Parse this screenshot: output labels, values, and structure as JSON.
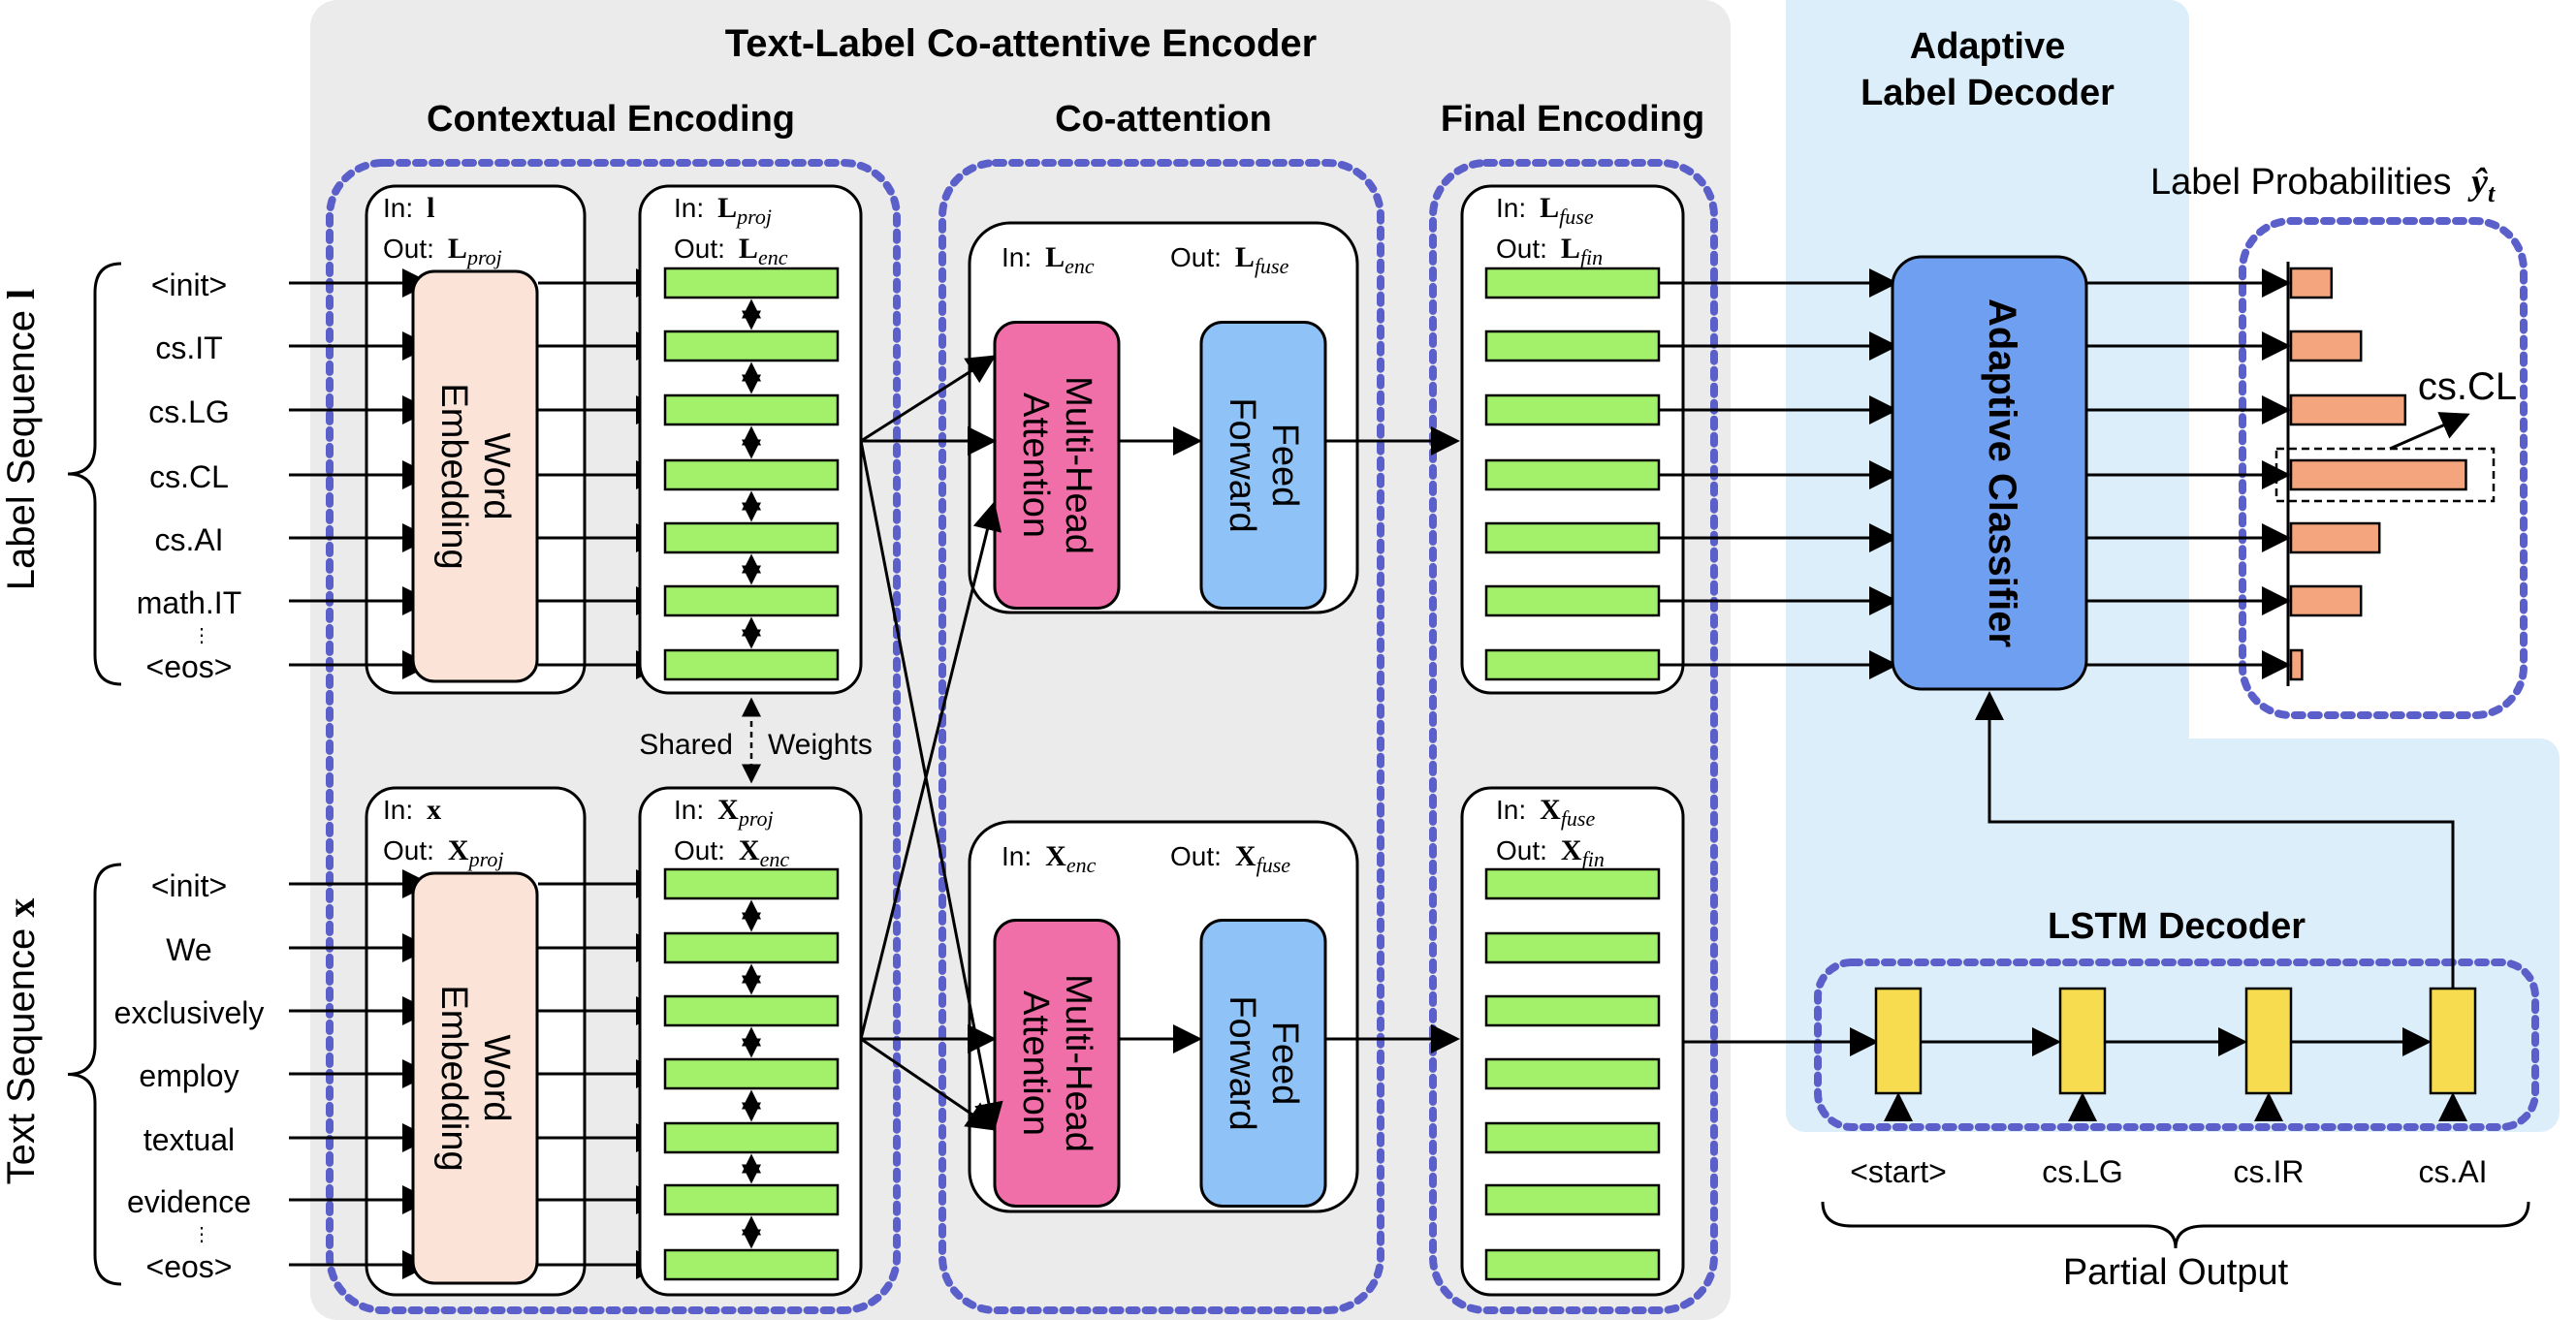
{
  "encoder": {
    "title": "Text-Label Co-attentive Encoder",
    "contextual_title": "Contextual Encoding",
    "coattention_title": "Co-attention",
    "final_title": "Final Encoding"
  },
  "decoder": {
    "title_line1": "Adaptive",
    "title_line2": "Label Decoder",
    "classifier": "Adaptive Classifier",
    "lstm_title": "LSTM Decoder",
    "probs_title": "Label Probabilities",
    "probs_symbol": "ŷ",
    "probs_sub": "t",
    "selected_label": "cs.CL",
    "bar_values": [
      0.22,
      0.38,
      0.62,
      0.95,
      0.48,
      0.38,
      0.06
    ]
  },
  "label_seq": {
    "axis_label": "Label Sequence",
    "axis_symbol": "l",
    "tokens": [
      "<init>",
      "cs.IT",
      "cs.LG",
      "cs.CL",
      "cs.AI",
      "math.IT",
      "<eos>"
    ],
    "ellipsis": "⋮"
  },
  "text_seq": {
    "axis_label": "Text Sequence",
    "axis_symbol": "x",
    "tokens": [
      "<init>",
      "We",
      "exclusively",
      "employ",
      "textual",
      "evidence",
      "<eos>"
    ],
    "ellipsis": "⋮"
  },
  "word_embedding": [
    "Word",
    "Embedding"
  ],
  "mha": [
    "Multi-Head",
    "Attention"
  ],
  "ff": [
    "Feed",
    "Forward"
  ],
  "shared_weights": [
    "Shared",
    "Weights"
  ],
  "io": {
    "in": "In:",
    "out": "Out:",
    "l": "l",
    "x": "x",
    "L": "L",
    "X": "X",
    "proj": "proj",
    "enc": "enc",
    "fuse": "fuse",
    "fin": "fin"
  },
  "partial_output": {
    "tokens": [
      "<start>",
      "cs.LG",
      "cs.IR",
      "cs.AI"
    ],
    "caption": "Partial Output"
  },
  "colors": {
    "encoder_bg": "#ebebeb",
    "decoder_bg": "#ddeefb",
    "dotted_border": "#5b5fc9",
    "word_embedding": "#fbe3d8",
    "mha": "#f06fa8",
    "ff": "#8fc3f7",
    "green_cell": "#a3f06a",
    "classifier": "#6f9ff0",
    "lstm_cell": "#f7dc4f",
    "bar": "#f5a57e"
  }
}
